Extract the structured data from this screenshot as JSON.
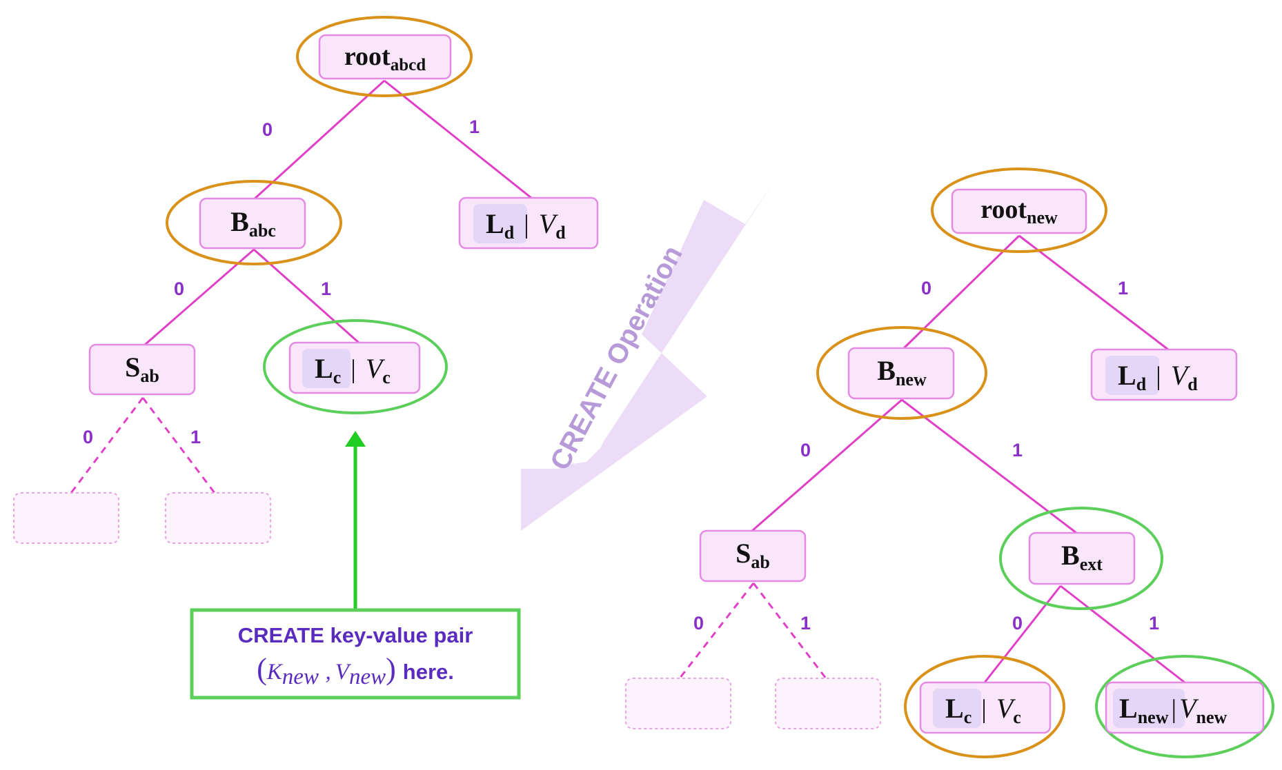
{
  "colors": {
    "edge": "#e040c8",
    "node_fill": "#f9e6fb",
    "node_stroke": "#e48ae4",
    "key_fill": "#e3d6f7",
    "ring_orange": "#d9911a",
    "ring_green": "#5ccf5a",
    "arrow_green": "#22cc22",
    "edge_label": "#8b2fc9",
    "op_arrow": "#e9d8f7",
    "op_text": "#b79ad8",
    "callout_text": "#5a2bbf"
  },
  "left_tree": {
    "root": {
      "base": "root",
      "sub": "abcd"
    },
    "b_abc": {
      "base": "B",
      "sub": "abc"
    },
    "leaf_d": {
      "key_base": "L",
      "key_sub": "d",
      "sep": "|",
      "val_base": "V",
      "val_sub": "d"
    },
    "s_ab": {
      "base": "S",
      "sub": "ab"
    },
    "leaf_c": {
      "key_base": "L",
      "key_sub": "c",
      "sep": "|",
      "val_base": "V",
      "val_sub": "c"
    },
    "edge_labels": {
      "root_0": "0",
      "root_1": "1",
      "babc_0": "0",
      "babc_1": "1",
      "sab_0": "0",
      "sab_1": "1"
    }
  },
  "callout": {
    "line1": "CREATE key-value pair",
    "open_paren": "(",
    "k_base": "K",
    "k_sub": "new",
    "comma": ",",
    "v_base": "V",
    "v_sub": "new",
    "close_paren": ")",
    "tail": "here."
  },
  "operation_label": "CREATE Operation",
  "right_tree": {
    "root": {
      "base": "root",
      "sub": "new"
    },
    "b_new": {
      "base": "B",
      "sub": "new"
    },
    "leaf_d": {
      "key_base": "L",
      "key_sub": "d",
      "sep": "|",
      "val_base": "V",
      "val_sub": "d"
    },
    "s_ab": {
      "base": "S",
      "sub": "ab"
    },
    "b_ext": {
      "base": "B",
      "sub": "ext"
    },
    "leaf_c": {
      "key_base": "L",
      "key_sub": "c",
      "sep": "|",
      "val_base": "V",
      "val_sub": "c"
    },
    "leaf_new": {
      "key_base": "L",
      "key_sub": "new",
      "sep": "|",
      "val_base": "V",
      "val_sub": "new"
    },
    "edge_labels": {
      "root_0": "0",
      "root_1": "1",
      "bnew_0": "0",
      "bnew_1": "1",
      "sab_0": "0",
      "sab_1": "1",
      "bext_0": "0",
      "bext_1": "1"
    }
  }
}
